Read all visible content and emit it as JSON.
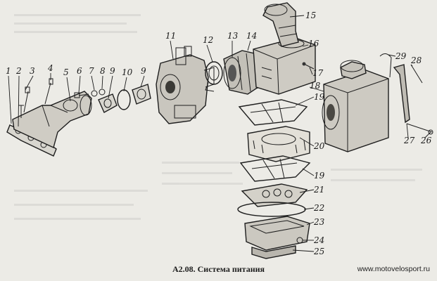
{
  "caption": "А2.08. Система питания",
  "site": "www.motovelosport.ru",
  "callouts": [
    "1",
    "2",
    "3",
    "4",
    "5",
    "6",
    "7",
    "8",
    "9",
    "10",
    "9",
    "11",
    "12",
    "13",
    "14",
    "15",
    "16",
    "17",
    "18",
    "19",
    "20",
    "19",
    "21",
    "22",
    "23",
    "24",
    "25",
    "26",
    "27",
    "28",
    "29"
  ],
  "colors": {
    "paper": "#ecebe6",
    "ink": "#1a1a1a"
  }
}
